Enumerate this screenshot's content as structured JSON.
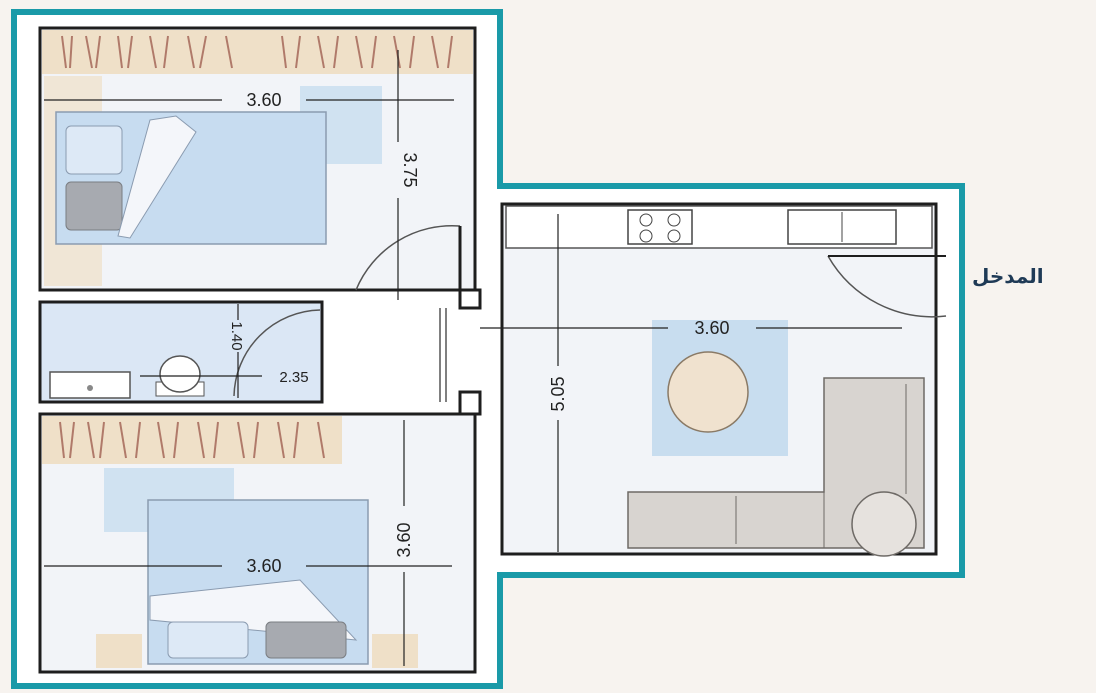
{
  "entrance_label": "المدخل",
  "colors": {
    "outer_wall": "#1a9aa8",
    "wall": "#1e1e1e",
    "floor": "#f2f4f8",
    "closet_wood": "#efe0c8",
    "rug_blue": "#b9d6ec",
    "bed_blue": "#c7dcf0",
    "sofa": "#d8d4d0",
    "table_wood": "#f0e2cf"
  },
  "dimensions": {
    "bedroom1_width": "3.60",
    "bedroom1_length": "3.75",
    "bath_height": "1.40",
    "bath_width": "2.35",
    "living_width": "3.60",
    "living_length": "5.05",
    "bedroom2_width": "3.60",
    "bedroom2_length": "3.60"
  }
}
